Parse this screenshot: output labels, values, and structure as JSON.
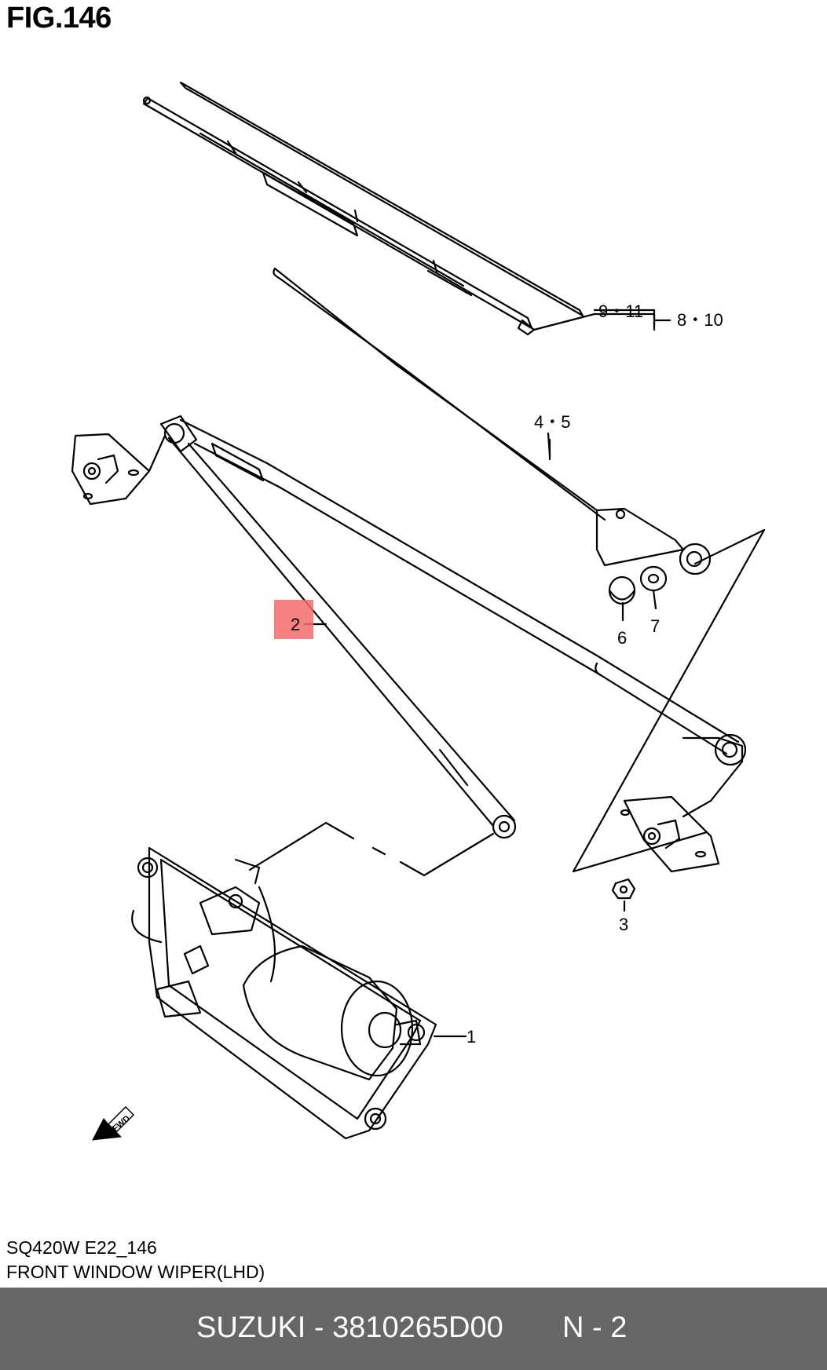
{
  "header": {
    "figure_label": "FIG.146"
  },
  "callouts": [
    {
      "id": "c1",
      "text": "1"
    },
    {
      "id": "c2",
      "text": "2",
      "highlighted": true
    },
    {
      "id": "c3",
      "text": "3"
    },
    {
      "id": "c45",
      "text": "4・5"
    },
    {
      "id": "c6",
      "text": "6"
    },
    {
      "id": "c7",
      "text": "7"
    },
    {
      "id": "c810",
      "text": "8・10"
    },
    {
      "id": "c911",
      "text": "9・11"
    }
  ],
  "fwd_label": "FWD",
  "caption": {
    "model_code": "SQ420W E22_146",
    "section_name": "FRONT WINDOW WIPER(LHD)"
  },
  "footer": {
    "part_label": "SUZUKI - 3810265D00",
    "page_label": "N - 2",
    "background": "#666666",
    "text_color": "#ffffff"
  },
  "highlight_color": "#f36b6b"
}
